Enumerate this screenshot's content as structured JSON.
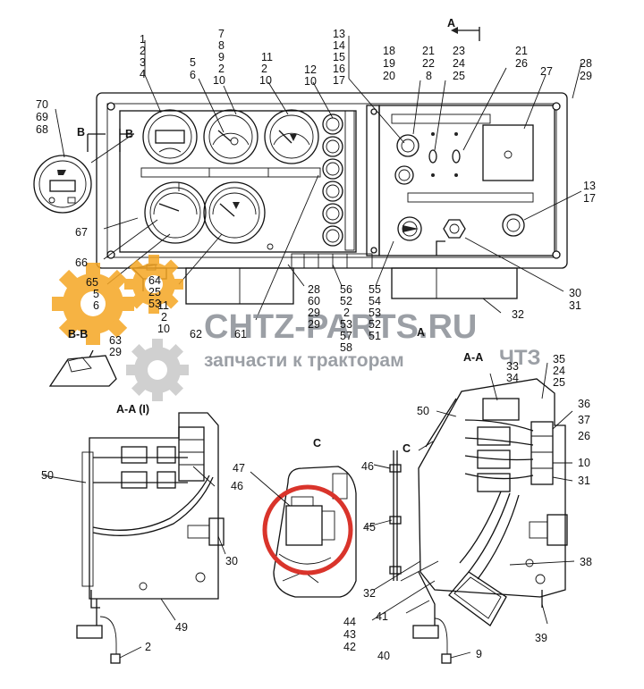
{
  "labels": {
    "top_stack_2_3_4": [
      "1",
      "2",
      "3",
      "4"
    ],
    "top_5_6": [
      "5",
      "6"
    ],
    "top_7_10": [
      "7",
      "8",
      "9",
      "2",
      "10"
    ],
    "top_11": [
      "11",
      "2",
      "10"
    ],
    "top_12": [
      "12",
      "10"
    ],
    "top_13": [
      "13",
      "14",
      "15",
      "16",
      "17"
    ],
    "top_18": [
      "18",
      "19",
      "20"
    ],
    "top_21": [
      "21",
      "22",
      "8"
    ],
    "top_23": [
      "23",
      "24",
      "25"
    ],
    "top_21b": [
      "21",
      "26"
    ],
    "top_27": "27",
    "top_28": [
      "28",
      "29"
    ],
    "left_70": [
      "70",
      "69",
      "68"
    ],
    "right_13_17": [
      "13",
      "17"
    ],
    "bottom_28_29": [
      "28",
      "60",
      "29",
      "29"
    ],
    "bottom_56": [
      "56",
      "52",
      "2",
      "53",
      "57",
      "58"
    ],
    "bottom_55": [
      "55",
      "54",
      "53",
      "52",
      "51"
    ],
    "bottom_30": [
      "30",
      "31"
    ],
    "n67": "67",
    "n66": "66",
    "n65": [
      "65",
      "5",
      "6"
    ],
    "n64": [
      "64",
      "25",
      "53"
    ],
    "n11b": [
      "11",
      "2",
      "10"
    ],
    "n62": "62",
    "n61": "61",
    "n32": "32",
    "n63": [
      "63",
      "29"
    ],
    "n50": "50",
    "n46": "46",
    "n30": "30",
    "n49": "49",
    "n2": "2",
    "n47": "47",
    "n45": "45",
    "n46b": "46",
    "n32b": "32",
    "n44": [
      "44",
      "43",
      "42"
    ],
    "n41": "41",
    "n40": "40",
    "n9": "9",
    "n39": "39",
    "n38": "38",
    "n50b": "50",
    "n33": [
      "33",
      "34"
    ],
    "n35": [
      "35",
      "24",
      "25"
    ],
    "n36": [
      "36",
      "37",
      "26"
    ],
    "n10": "10",
    "n31": "31"
  },
  "views": {
    "a_arrow": "A",
    "bb_top": "B",
    "bb_top2": "B",
    "section_bb": "B-B",
    "section_aa1": "A-A (I)",
    "section_aa": "A-A",
    "view_c": "C",
    "view_c2": "C",
    "a_bottom": "A"
  },
  "watermark": {
    "brand": "CHTZ-PARTS.RU",
    "tagline": "запчасти к тракторам",
    "mark": "ЧТЗ",
    "gear_color": "#f5a623"
  }
}
